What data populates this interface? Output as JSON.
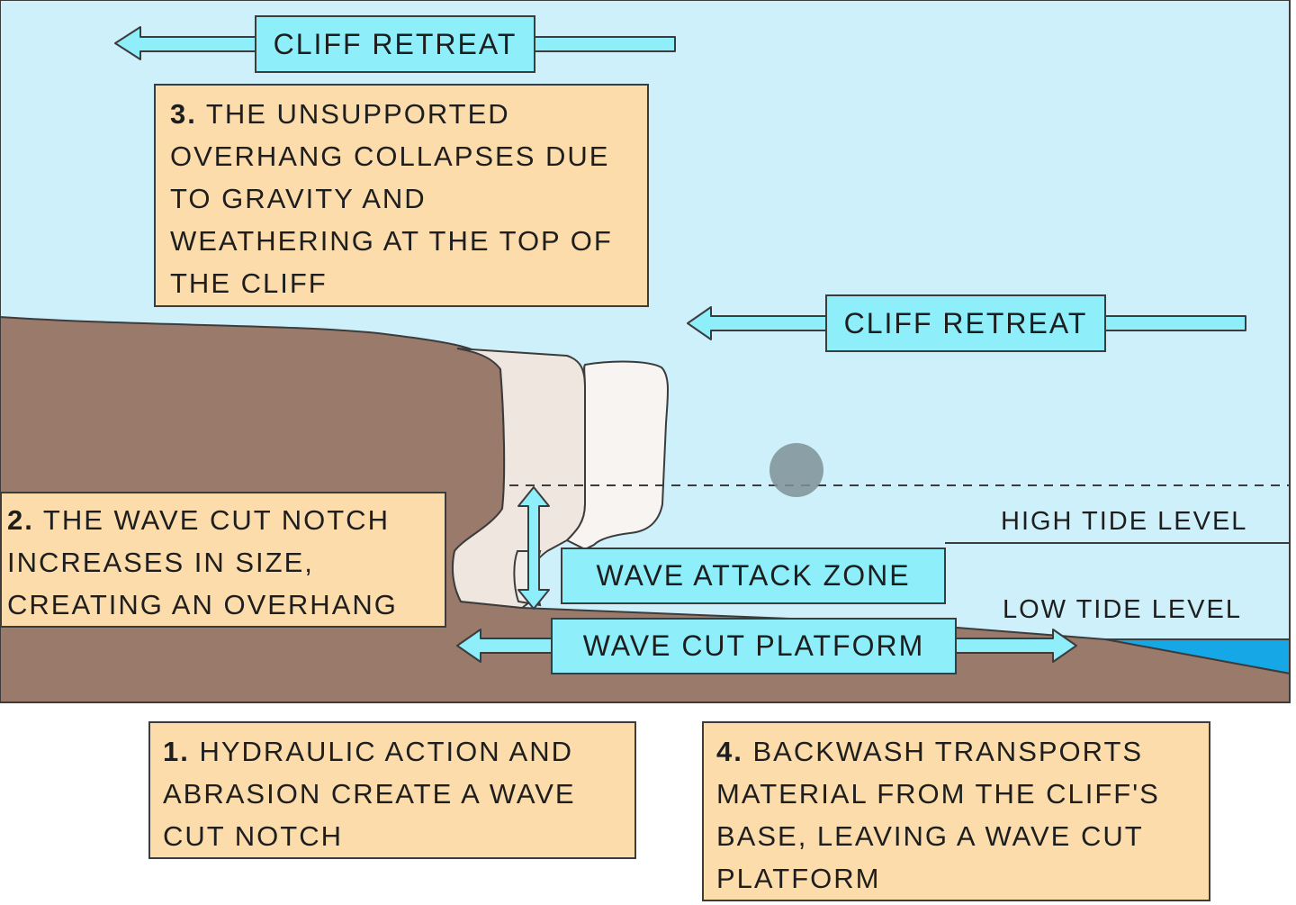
{
  "colors": {
    "sky": "#cdf0fa",
    "rock": "#9a7a6a",
    "collapsed_rock": "#efe6e0",
    "sea": "#16a8e6",
    "box_fill": "#fbdcaa",
    "label_fill": "#8eeefa",
    "outline": "#3c3c3c"
  },
  "labels": {
    "cliff_retreat_top": "CLIFF RETREAT",
    "cliff_retreat_right": "CLIFF RETREAT",
    "wave_attack_zone": "WAVE ATTACK ZONE",
    "wave_cut_platform": "WAVE CUT PLATFORM",
    "high_tide": "HIGH TIDE LEVEL",
    "low_tide": "LOW TIDE LEVEL"
  },
  "steps": [
    {
      "num": "1.",
      "text": "HYDRAULIC ACTION AND ABRASION CREATE A WAVE CUT NOTCH"
    },
    {
      "num": "2.",
      "text": "THE WAVE CUT NOTCH INCREASES IN SIZE, CREATING AN OVERHANG"
    },
    {
      "num": "3.",
      "text": "THE UNSUPPORTED OVERHANG COLLAPSES DUE TO GRAVITY AND WEATHERING AT THE TOP OF THE CLIFF"
    },
    {
      "num": "4.",
      "text": "BACKWASH TRANSPORTS MATERIAL FROM THE CLIFF'S BASE, LEAVING A WAVE CUT PLATFORM"
    }
  ]
}
